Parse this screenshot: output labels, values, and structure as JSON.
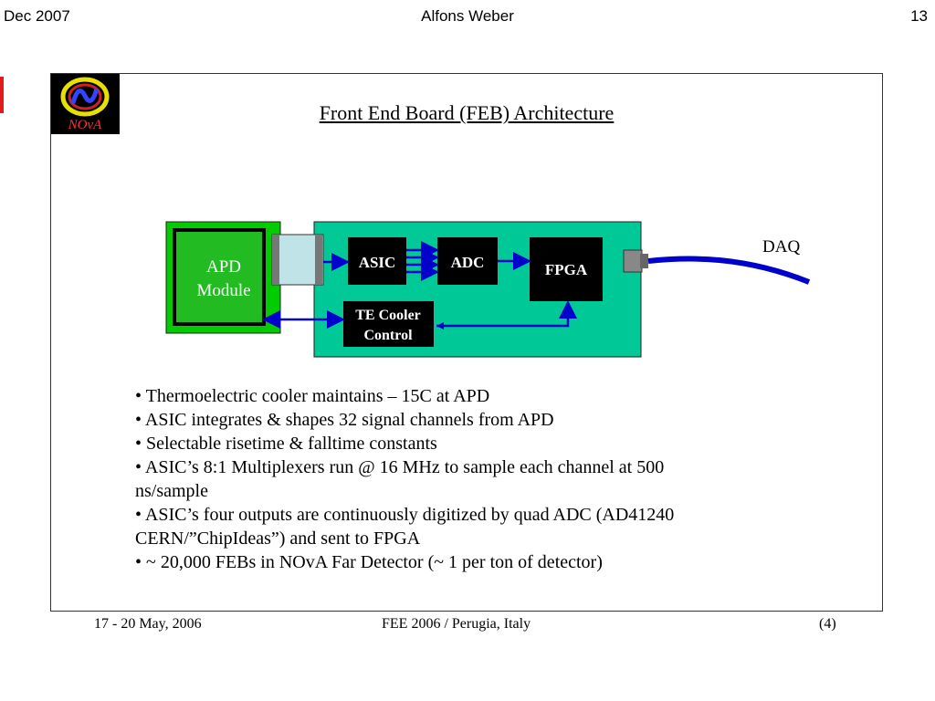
{
  "header": {
    "date": "Dec 2007",
    "author": "Alfons Weber",
    "page_number": "13"
  },
  "slide": {
    "title": "Front End Board (FEB) Architecture",
    "logo_text": "NOvA",
    "diagram": {
      "apd_module": [
        "APD",
        "Module"
      ],
      "asic": "ASIC",
      "adc": "ADC",
      "fpga": "FPGA",
      "te_cooler": [
        "TE Cooler",
        "Control"
      ],
      "daq": "DAQ",
      "colors": {
        "board": "#00c896",
        "apd_outer": "#00cc00",
        "apd_inner": "#22bb22",
        "chip": "#000000",
        "arrow": "#0000cc",
        "connector": "#bfe3e6"
      }
    },
    "bullets": [
      "• Thermoelectric cooler maintains – 15C at APD",
      "• ASIC integrates & shapes 32 signal channels from APD",
      "• Selectable risetime & falltime constants",
      "• ASIC’s 8:1 Multiplexers run @ 16 MHz to sample each channel at 500",
      "ns/sample",
      "• ASIC’s four outputs are continuously digitized by quad ADC (AD41240",
      "CERN/”ChipIdeas”) and sent to FPGA",
      "• ~ 20,000 FEBs in NOvA Far Detector (~ 1 per ton of detector)"
    ]
  },
  "footer": {
    "date": "17 - 20 May, 2006",
    "venue": "FEE 2006 / Perugia, Italy",
    "slide_no": "(4)"
  }
}
